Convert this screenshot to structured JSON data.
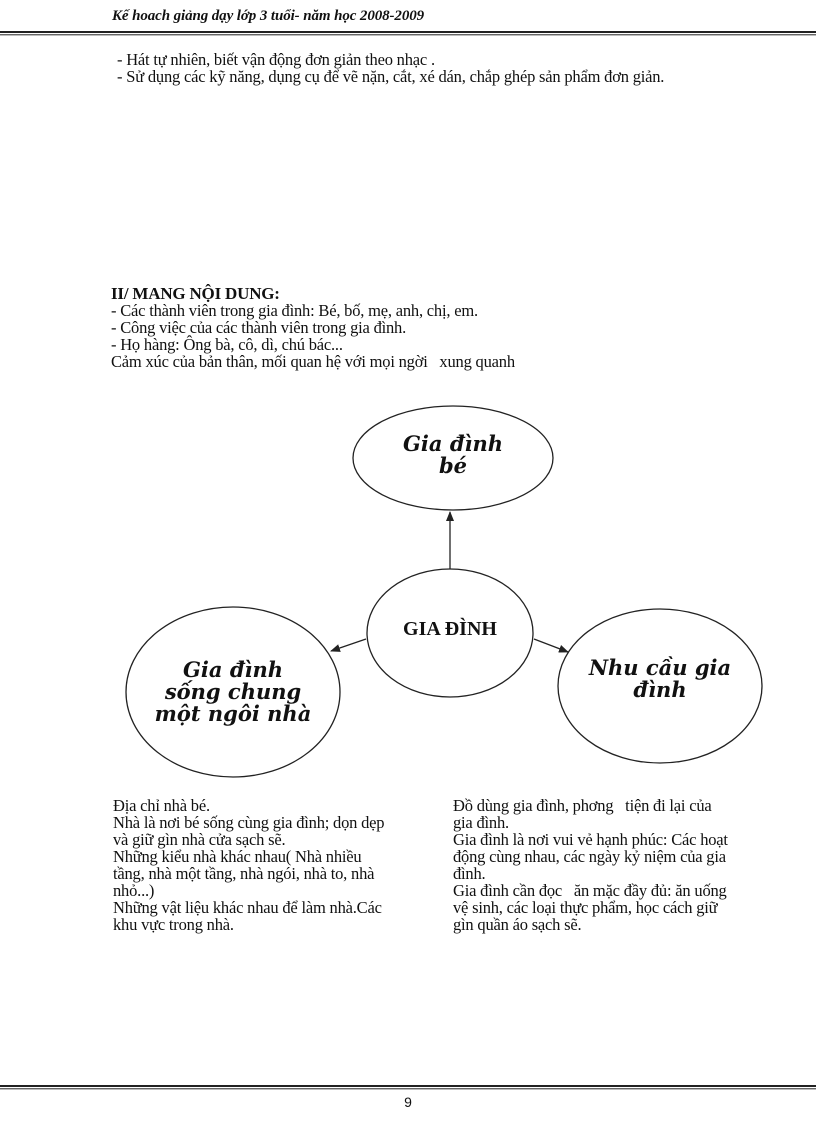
{
  "header": {
    "title": "Kế hoach giảng dạy lớp 3 tuổi- năm học 2008-2009"
  },
  "intro_lines": [
    "- Hát tự nhiên, biết vận động đơn giản theo nhạc .",
    "- Sử dụng các kỹ năng, dụng cụ để vẽ nặn, cắt, xé dán, chắp ghép sản phẩm đơn giản."
  ],
  "section": {
    "title": "II/ MANG NỘI DUNG:",
    "lines": [
      "- Các thành viên trong gia đình: Bé, bố, mẹ, anh, chị, em.",
      "- Công việc của các thành viên trong gia đình.",
      "- Họ hàng: Ông bà, cô, dì, chú bác...",
      "Cảm xúc của bản thân, mối quan hệ với mọi ngời   xung quanh"
    ]
  },
  "diagram": {
    "center": {
      "label": "GIA ĐÌNH"
    },
    "top": {
      "label": "Gia đình\nbé"
    },
    "left": {
      "label": "Gia đình\nsống chung\nmột ngôi nhà"
    },
    "right": {
      "label": "Nhu cầu gia\nđình"
    }
  },
  "left_column": {
    "text": "Địa chỉ nhà bé.\nNhà là nơi bé sống cùng gia đình; dọn dẹp\nvà giữ gìn nhà cửa sạch sẽ.\nNhững kiểu nhà khác nhau( Nhà nhiều\ntầng, nhà một tầng, nhà ngói, nhà to, nhà\nnhỏ...)\nNhững vật liệu khác nhau để làm nhà.Các\nkhu vực trong nhà."
  },
  "right_column": {
    "text": "Đồ dùng gia đình, phơng   tiện đi lại của\ngia đình.\nGia đình là nơi vui vẻ hạnh phúc: Các hoạt\nđộng cùng nhau, các ngày kỷ niệm của gia\nđình.\nGia đình cần đọc   ăn mặc đầy đủ: ăn uống\nvệ sinh, các loại thực phẩm, học cách giữ\ngìn quần áo sạch sẽ."
  },
  "footer": {
    "page_number": "9"
  }
}
